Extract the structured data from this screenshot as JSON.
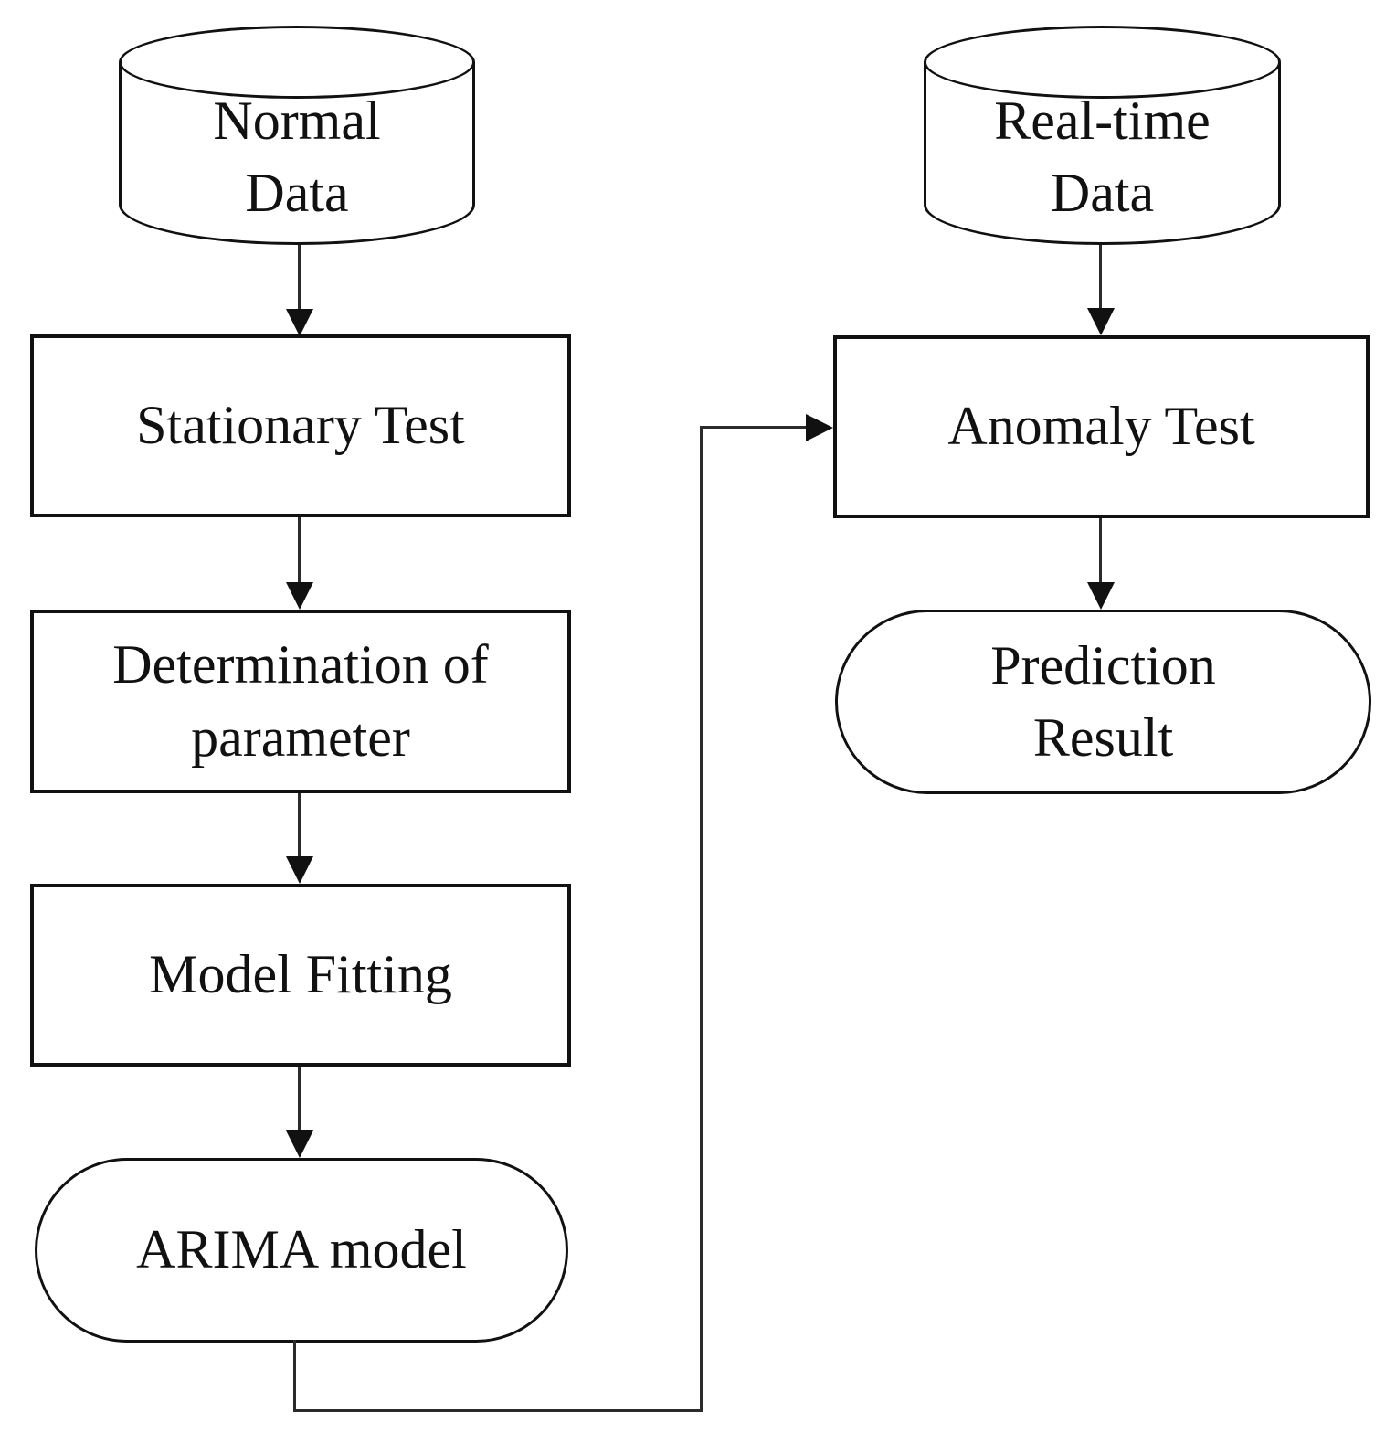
{
  "diagram": {
    "colors": {
      "stroke": "#111111",
      "fill": "#ffffff",
      "text": "#111111"
    },
    "nodes": {
      "normal_data": {
        "label": "Normal\nData",
        "shape": "cylinder"
      },
      "stationary_test": {
        "label": "Stationary Test",
        "shape": "rectangle"
      },
      "determination_of_parameter": {
        "label": "Determination of\nparameter",
        "shape": "rectangle"
      },
      "model_fitting": {
        "label": "Model Fitting",
        "shape": "rectangle"
      },
      "arima_model": {
        "label": "ARIMA model",
        "shape": "rounded"
      },
      "real_time_data": {
        "label": "Real-time\nData",
        "shape": "cylinder"
      },
      "anomaly_test": {
        "label": "Anomaly Test",
        "shape": "rectangle"
      },
      "prediction_result": {
        "label": "Prediction\nResult",
        "shape": "rounded"
      }
    },
    "edges": [
      {
        "from": "normal_data",
        "to": "stationary_test"
      },
      {
        "from": "stationary_test",
        "to": "determination_of_parameter"
      },
      {
        "from": "determination_of_parameter",
        "to": "model_fitting"
      },
      {
        "from": "model_fitting",
        "to": "arima_model"
      },
      {
        "from": "arima_model",
        "to": "anomaly_test"
      },
      {
        "from": "real_time_data",
        "to": "anomaly_test"
      },
      {
        "from": "anomaly_test",
        "to": "prediction_result"
      }
    ]
  }
}
